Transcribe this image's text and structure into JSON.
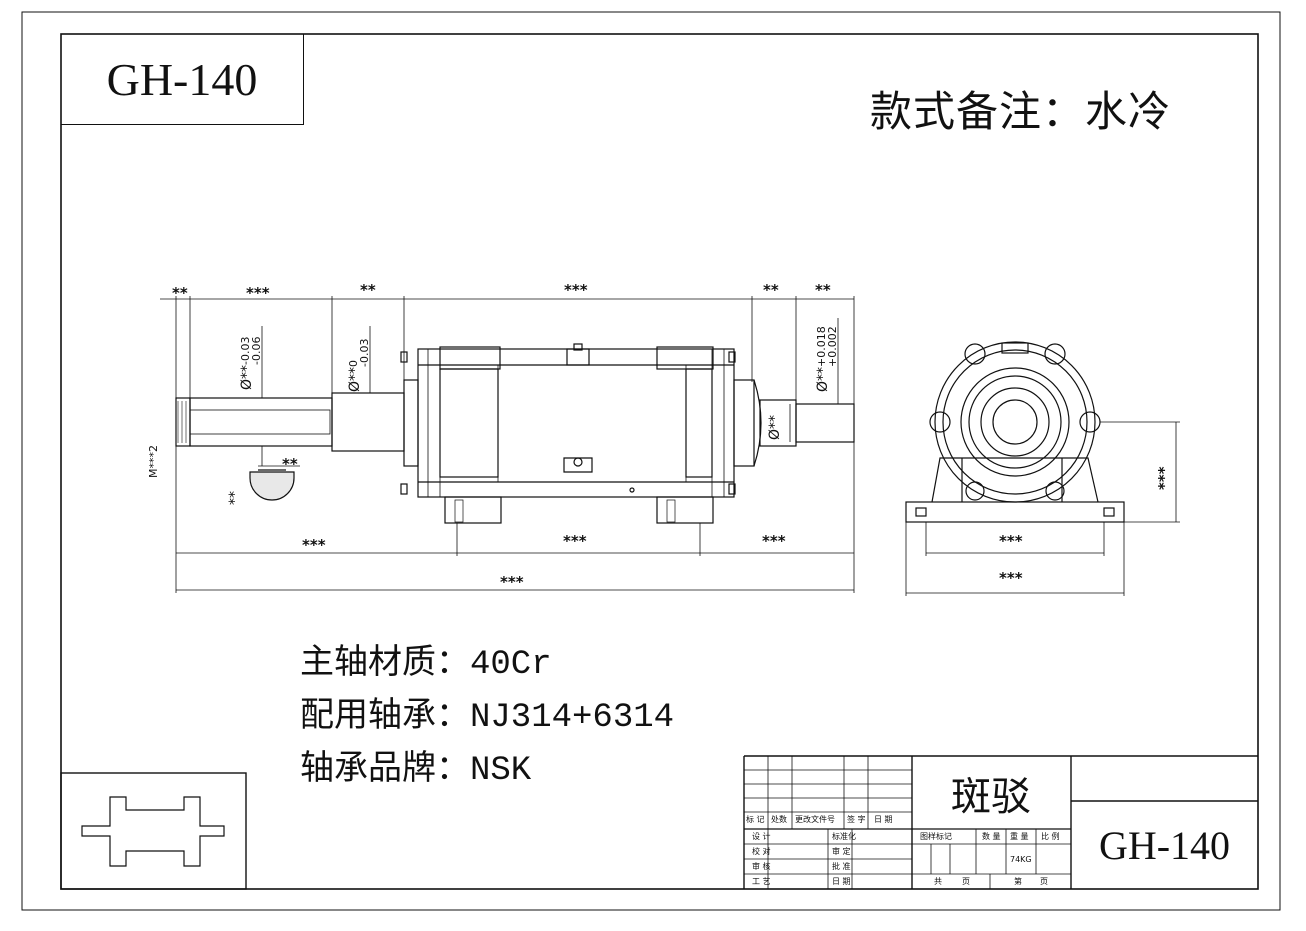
{
  "model": "GH-140",
  "remark": "款式备注：水冷",
  "specs": [
    {
      "label": "主轴材质：",
      "value": "40Cr"
    },
    {
      "label": "配用轴承：",
      "value": "NJ314+6314"
    },
    {
      "label": "轴承品牌：",
      "value": "NSK"
    }
  ],
  "dims": {
    "top": [
      "**",
      "***",
      "**",
      "***",
      "**",
      "**"
    ],
    "bottom_row1": [
      "***",
      "***",
      "***"
    ],
    "bottom_total": "***",
    "key_width": "**",
    "key_depth": "**",
    "end_view_height": "***",
    "end_view_inner": "***",
    "end_view_outer": "***"
  },
  "tolerances": {
    "d1": {
      "sym": "Ø**",
      "up": "-0.03",
      "low": "-0.06"
    },
    "d2": {
      "sym": "Ø**",
      "up": "0",
      "low": "-0.03"
    },
    "d3": {
      "sym": "Ø**",
      "up": "+0.018",
      "low": "+0.002"
    },
    "d4": {
      "sym": "Ø**"
    },
    "thread": "M***2"
  },
  "title_block": {
    "brand": "斑驳",
    "code": "GH-140",
    "rev_headers": [
      "标 记",
      "处数",
      "更改文件号",
      "签 字",
      "日 期"
    ],
    "left_rows": [
      "设 计",
      "校 对",
      "审 核",
      "工 艺"
    ],
    "mid_rows": [
      "标准化",
      "审 定",
      "批 准",
      "日 期"
    ],
    "right_headers": [
      "图样标记",
      "数 量",
      "重 量",
      "比 例"
    ],
    "weight": "74KG",
    "sheet": [
      "共",
      "页",
      "第",
      "页"
    ]
  }
}
